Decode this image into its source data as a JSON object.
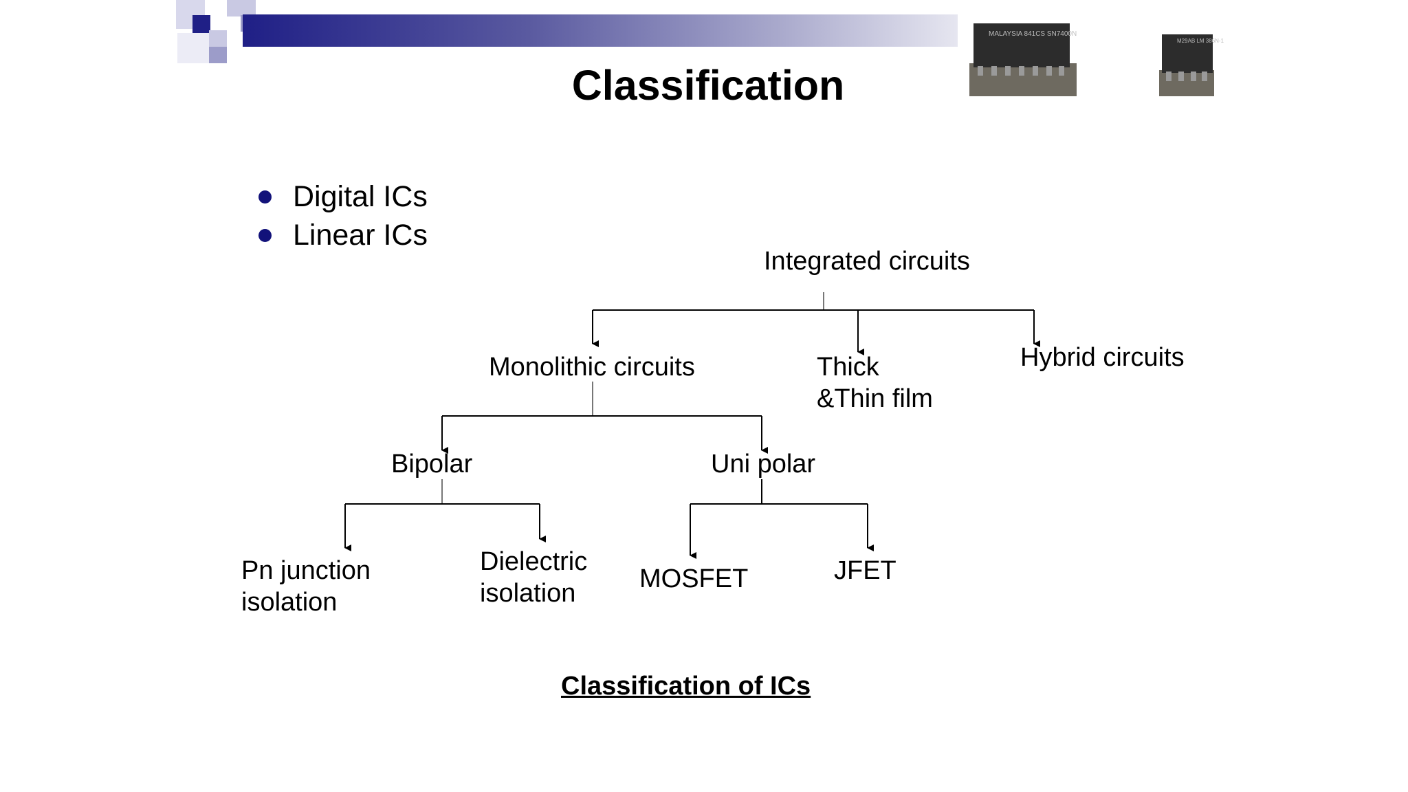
{
  "slide": {
    "title": "Classification",
    "caption": "Classification of ICs",
    "accent_color": "#1f1f86"
  },
  "bullets": [
    {
      "text": "Digital ICs"
    },
    {
      "text": "Linear ICs"
    }
  ],
  "chips": [
    {
      "name": "dip14-chip-photo",
      "marking": "MALAYSIA 841CS SN7400N"
    },
    {
      "name": "dip8-chip-photo",
      "marking": "M29AB LM 386N-1"
    }
  ],
  "tree": {
    "root": "Integrated circuits",
    "monolithic": "Monolithic circuits",
    "thick_thin_line1": "Thick",
    "thick_thin_line2": "&Thin film",
    "hybrid": "Hybrid circuits",
    "bipolar": "Bipolar",
    "unipolar": "Uni polar",
    "pn_line1": "Pn junction",
    "pn_line2": "isolation",
    "dielectric_line1": "Dielectric",
    "dielectric_line2": "isolation",
    "mosfet": "MOSFET",
    "jfet": "JFET"
  }
}
